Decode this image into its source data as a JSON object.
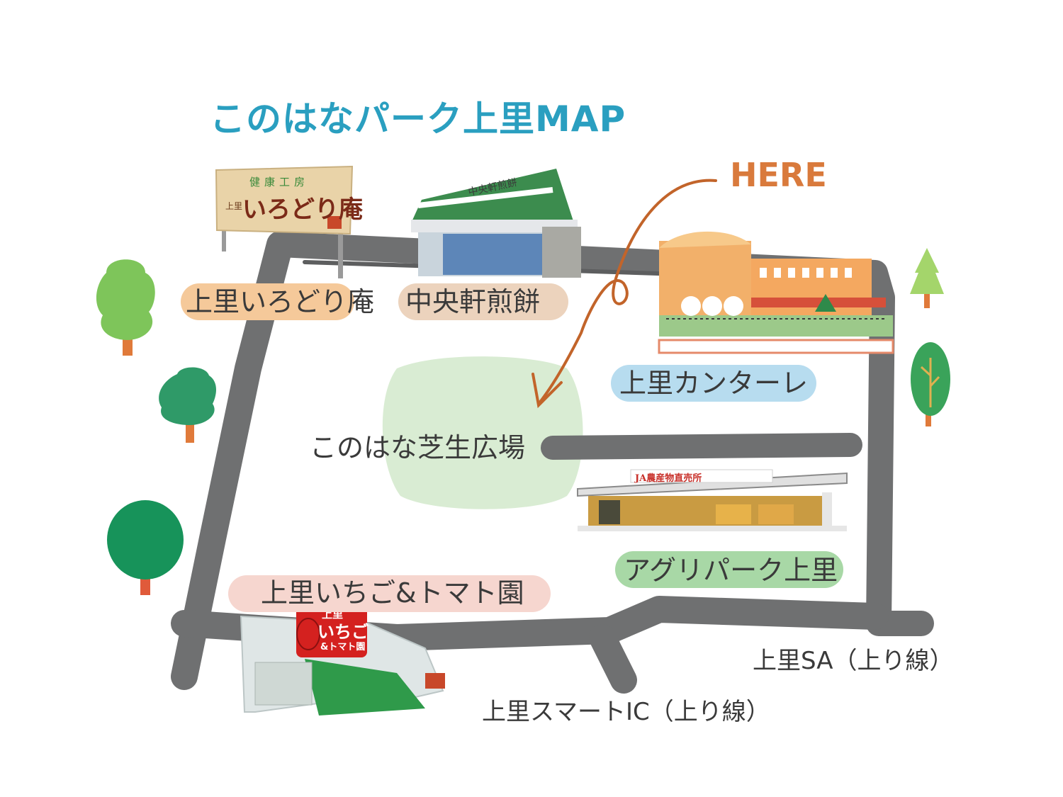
{
  "title": "このはなパーク上里MAP",
  "here_label": "HERE",
  "places": {
    "irodori_an": "上里いろどり庵",
    "chuo_senbei": "中央軒煎餅",
    "kantare": "上里カンターレ",
    "lawn_plaza": "このはな芝生広場",
    "agri_park": "アグリパーク上里",
    "strawberry_farm": "上里いちご&トマト園",
    "sa": "上里SA（上り線）",
    "smart_ic": "上里スマートIC（上り線）"
  },
  "signs": {
    "irodori_top": "健康工房",
    "irodori_small": "上里",
    "irodori_main": "いろどり庵",
    "chuo_roof": "中央軒煎餅",
    "agri_roof": "JA農産物直売所",
    "strawberry_top": "上里",
    "strawberry_mid": "いちご",
    "strawberry_bottom": "&トマト園"
  },
  "colors": {
    "title": "#2a9fc0",
    "here": "#d97a3c",
    "road": "#6f7071",
    "pill_orange": "#f5c99a",
    "pill_tan": "#ecd3bd",
    "pill_blue": "#b7dcef",
    "pill_green": "#a8d8a6",
    "pill_pink": "#f6d6cf",
    "plaza": "#d9ecd3"
  }
}
